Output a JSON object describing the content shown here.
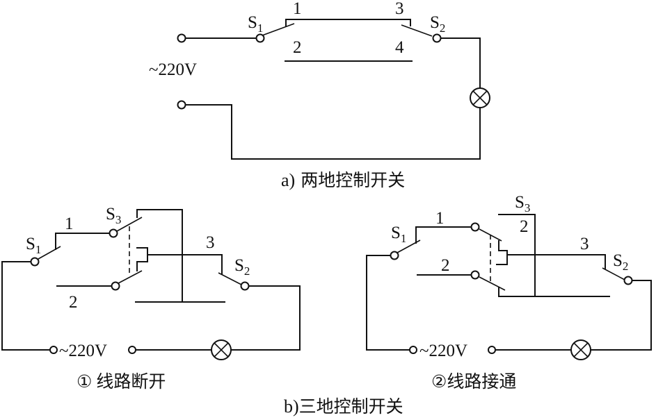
{
  "diagram_a": {
    "caption_prefix": "a)",
    "caption": "两地控制开关",
    "source_label": "~220V",
    "switch_1": {
      "letter": "S",
      "index": "1"
    },
    "switch_2": {
      "letter": "S",
      "index": "2"
    },
    "terminals": [
      "1",
      "2",
      "3",
      "4"
    ],
    "load": "lamp"
  },
  "diagram_b": {
    "caption_prefix": "b)",
    "caption": "三地控制开关",
    "panel_1": {
      "caption_marker": "①",
      "caption": "线路断开",
      "source_label": "~220V",
      "switch_1": {
        "letter": "S",
        "index": "1"
      },
      "switch_2": {
        "letter": "S",
        "index": "2"
      },
      "switch_3": {
        "letter": "S",
        "index": "3"
      },
      "wire_labels": [
        "1",
        "2",
        "3"
      ],
      "state": "open"
    },
    "panel_2": {
      "caption_marker": "②",
      "caption": "线路接通",
      "source_label": "~220V",
      "switch_1": {
        "letter": "S",
        "index": "1"
      },
      "switch_2": {
        "letter": "S",
        "index": "2"
      },
      "switch_3": {
        "letter": "S",
        "index": "3"
      },
      "wire_labels": [
        "1",
        "2",
        "2",
        "3"
      ],
      "state": "closed"
    }
  }
}
